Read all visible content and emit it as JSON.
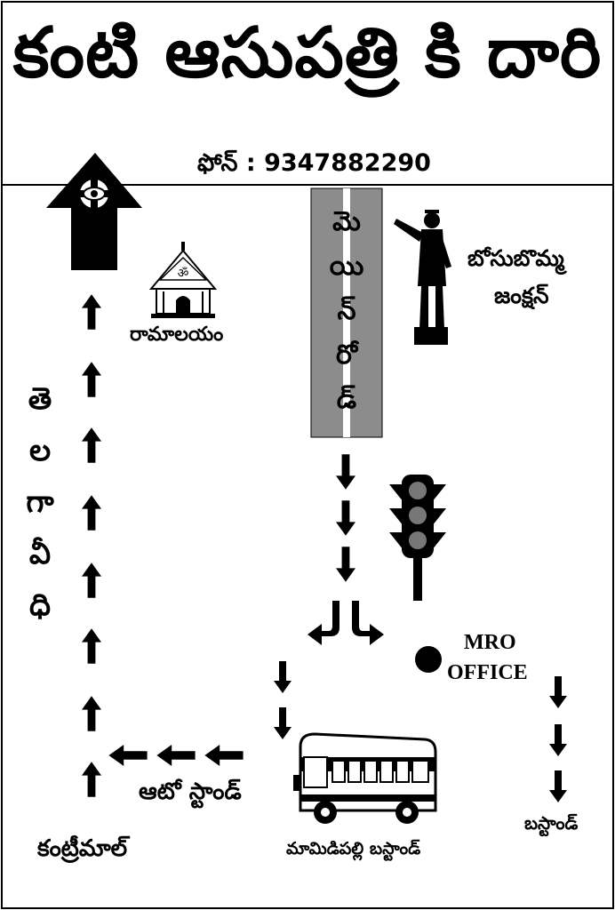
{
  "title": "కంటి ఆసుపత్రి కి దారి",
  "phone": "ఫోన్ : 9347882290",
  "main_road": [
    "మె",
    "యి",
    "న్",
    "రో",
    "డ్"
  ],
  "telangana_street": [
    "తె",
    "ల",
    "గా",
    "వీ",
    "ధి"
  ],
  "labels": {
    "ramalayam": "రామాలయం",
    "bose_statue_junction_line1": "బోసుబొమ్మ",
    "bose_statue_junction_line2": "జంక్షన్",
    "mro_office_line1": "MRO",
    "mro_office_line2": "OFFICE",
    "auto_stand": "ఆటో స్టాండ్",
    "country_mall": "కంట్రీమాల్",
    "mamidipalli_bus_stand": "మామిడిపల్లి బస్టాండ్",
    "bus_stand": "బస్టాండ్"
  },
  "colors": {
    "ink": "#000000",
    "road": "#8c8c8c",
    "background": "#ffffff"
  },
  "icons": [
    "eye-hospital-icon",
    "temple-icon",
    "statue-icon",
    "traffic-light-icon",
    "bus-icon",
    "mro-office-dot-icon"
  ]
}
